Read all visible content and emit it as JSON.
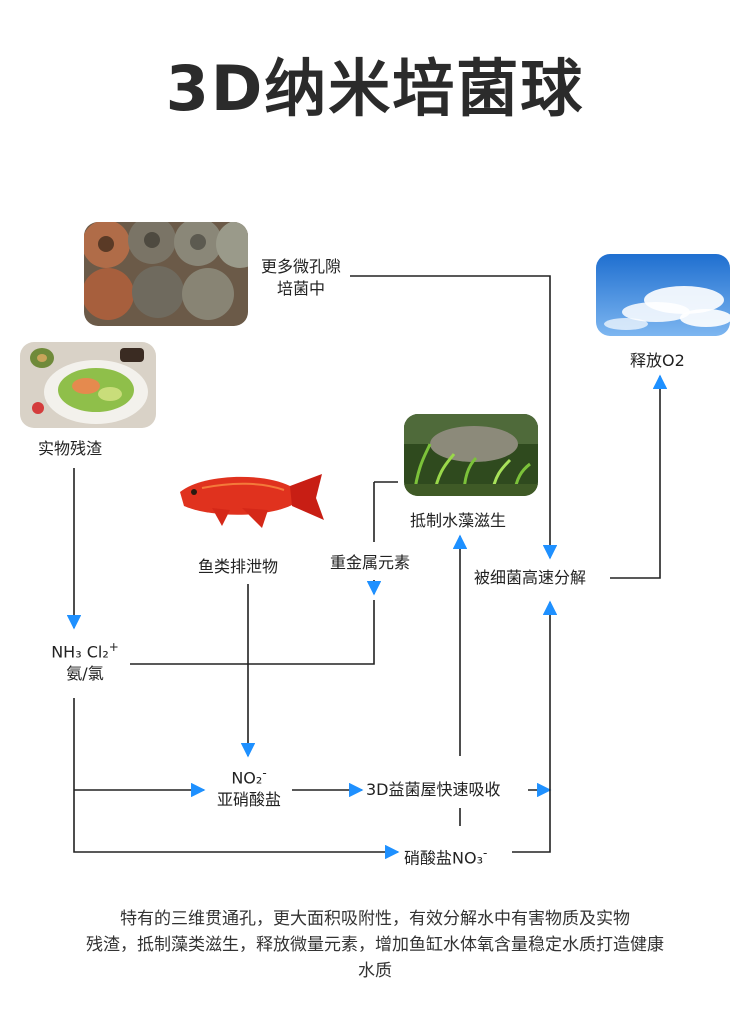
{
  "title": "3D纳米培菌球",
  "nodes": {
    "micropore": "更多微孔隙",
    "cultivate": "培菌中",
    "food_residue": "实物残渣",
    "fish_waste": "鱼类排泄物",
    "heavy_metal": "重金属元素",
    "algae": "抵制水藻滋生",
    "oxygen": "释放O2",
    "bacteria": "被细菌高速分解",
    "nh3_formula": "NH₃ Cl₂",
    "nh3_sup": "+",
    "nh3_name": "氨/氯",
    "no2_formula": "NO₂",
    "no2_sup": "-",
    "no2_name": "亚硝酸盐",
    "absorb": "3D益菌屋快速吸收",
    "nitrate": "硝酸盐NO₃",
    "nitrate_sup": "-"
  },
  "footer": {
    "line1": "特有的三维贯通孔，更大面积吸附性，有效分解水中有害物质及实物",
    "line2": "残渣，抵制藻类滋生，释放微量元素，增加鱼缸水体氧含量稳定水质打造健康",
    "line3": "水质"
  },
  "colors": {
    "arrow": "#1e90ff",
    "line": "#222222"
  }
}
